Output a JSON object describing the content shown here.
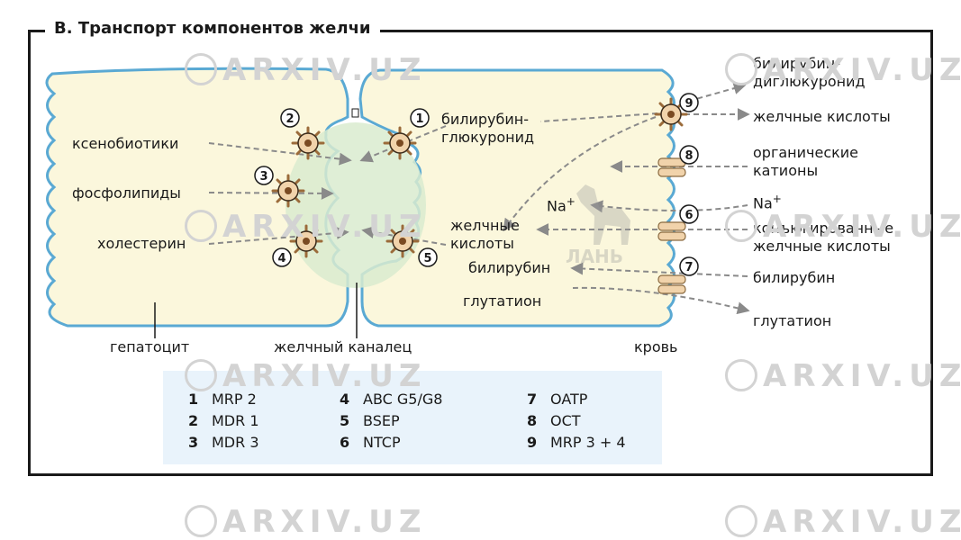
{
  "title": "В. Транспорт компонентов желчи",
  "labels": {
    "xenobiotics": "ксенобиотики",
    "phospholipids": "фосфолипиды",
    "cholesterol": "холестерин",
    "bilirubin_glucuronide_1": "билирубин-",
    "bilirubin_glucuronide_2": "глюкуронид",
    "bile_acids_inner_1": "желчные",
    "bile_acids_inner_2": "кислоты",
    "sodium": "Na",
    "bilirubin_inner": "билирубин",
    "glutathione_inner": "глутатион",
    "bilirubin_diglucuronide_1": "билирубин-",
    "bilirubin_diglucuronide_2": "диглюкуронид",
    "bile_acids_out": "желчные кислоты",
    "organic_cations_1": "органические",
    "organic_cations_2": "катионы",
    "sodium_out": "Na",
    "conjugated_bile_acids_1": "конъюгированные",
    "conjugated_bile_acids_2": "желчные кислоты",
    "bilirubin_out": "билирубин",
    "glutathione_out": "глутатион",
    "hepatocyte": "гепатоцит",
    "bile_canaliculus": "желчный каналец",
    "blood": "кровь",
    "plus": "+"
  },
  "transporter_numbers": [
    "1",
    "2",
    "3",
    "4",
    "5",
    "6",
    "7",
    "8",
    "9"
  ],
  "legend": [
    {
      "num": "1",
      "name": "MRP 2"
    },
    {
      "num": "2",
      "name": "MDR 1"
    },
    {
      "num": "3",
      "name": "MDR 3"
    },
    {
      "num": "4",
      "name": "ABC G5/G8"
    },
    {
      "num": "5",
      "name": "BSEP"
    },
    {
      "num": "6",
      "name": "NTCP"
    },
    {
      "num": "7",
      "name": "OATP"
    },
    {
      "num": "8",
      "name": "OCT"
    },
    {
      "num": "9",
      "name": "MRP 3 + 4"
    }
  ],
  "watermark": {
    "text": "ARXIV.UZ",
    "logo": "ЛАНЬ"
  },
  "colors": {
    "cell_fill": "#fbf7dc",
    "membrane": "#5aa9d3",
    "canaliculus": "#d9ebcf",
    "transporter": "#f1d3ab",
    "legend_bg": "#e9f3fb",
    "arrow": "#8a8a8a"
  }
}
